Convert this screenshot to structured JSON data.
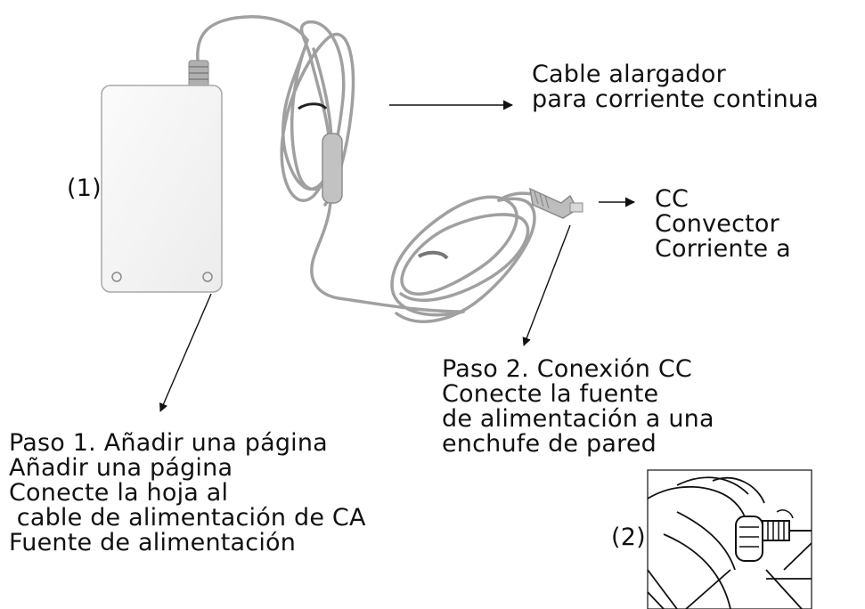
{
  "labels": {
    "marker_1": "(1)",
    "marker_2": "(2)",
    "extension_cable": [
      "Cable alargador",
      "para corriente continua"
    ],
    "dc_connector": [
      "CC",
      "Convector",
      "Corriente a"
    ],
    "step2": [
      "Paso 2. Conexión CC",
      "Conecte la fuente",
      "de alimentación a una",
      "enchufe de pared"
    ],
    "step1": [
      "Paso 1. Añadir una página",
      "Añadir una página",
      "Conecte la hoja al",
      " cable de alimentación de CA",
      "Fuente de alimentación"
    ]
  },
  "colors": {
    "line": "#111111",
    "cable": "#9a9a9a",
    "adapter_fill": "#f6f6f6",
    "adapter_stroke": "#a8a8a8"
  }
}
